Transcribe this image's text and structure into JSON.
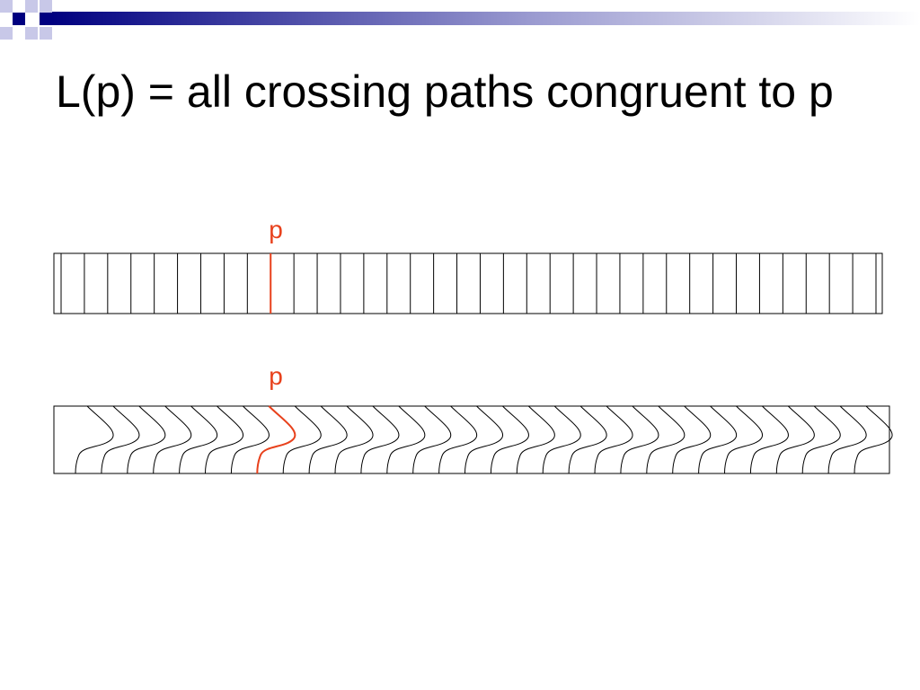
{
  "slide": {
    "title": "L(p) = all crossing paths congruent to p"
  },
  "diagram": {
    "straight_strip": {
      "path_label": "p",
      "path_count": 36,
      "highlighted_index": 9
    },
    "wavy_strip": {
      "path_label": "p",
      "path_count": 31,
      "highlighted_index": 7
    },
    "colors": {
      "highlight": "#e8411c",
      "line": "#000000",
      "accent_dark": "#000080",
      "accent_light": "#c8c8e8"
    }
  }
}
